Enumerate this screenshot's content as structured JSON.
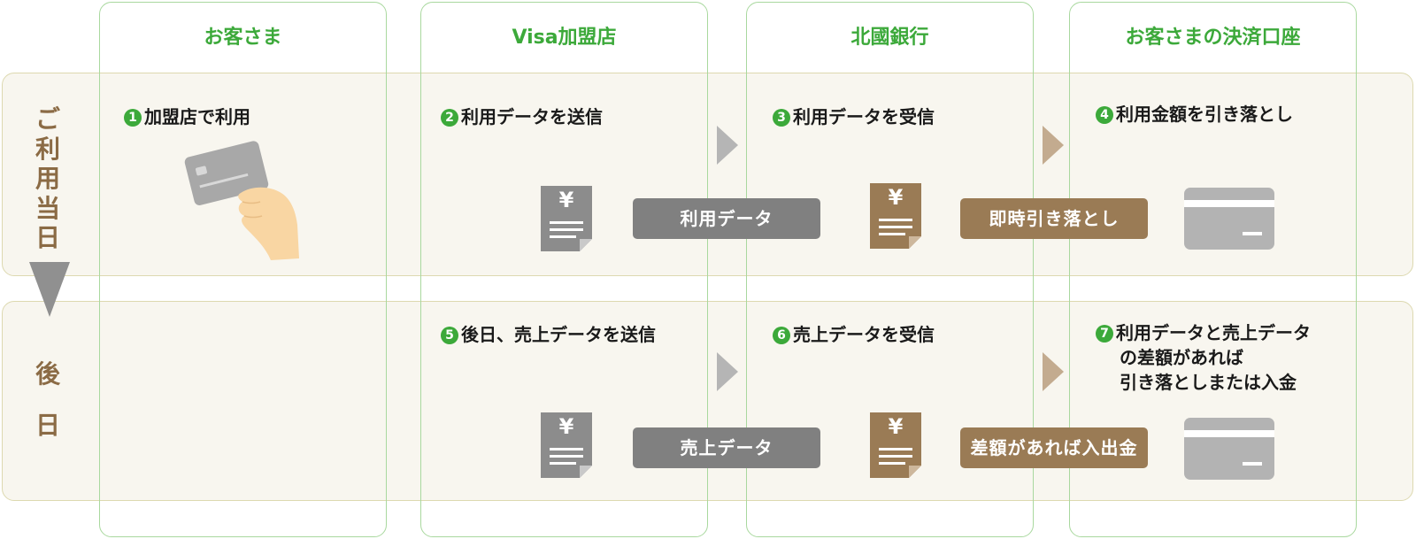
{
  "columns": [
    {
      "title": "お客さま"
    },
    {
      "title": "Visa加盟店"
    },
    {
      "title": "北國銀行"
    },
    {
      "title": "お客さまの決済口座"
    }
  ],
  "rows": [
    {
      "label_chars": [
        "ご",
        "利",
        "用",
        "当",
        "日"
      ]
    },
    {
      "label_chars": [
        "後",
        "日"
      ]
    }
  ],
  "steps": [
    {
      "num": "1",
      "lines": [
        "加盟店で利用"
      ]
    },
    {
      "num": "2",
      "lines": [
        "利用データを送信"
      ]
    },
    {
      "num": "3",
      "lines": [
        "利用データを受信"
      ]
    },
    {
      "num": "4",
      "lines": [
        "利用金額を引き落とし"
      ]
    },
    {
      "num": "5",
      "lines": [
        "後日、売上データを送信"
      ]
    },
    {
      "num": "6",
      "lines": [
        "売上データを受信"
      ]
    },
    {
      "num": "7",
      "lines": [
        "利用データと売上データ",
        "の差額があれば",
        "引き落としまたは入金"
      ]
    }
  ],
  "flows": {
    "usage_data": "利用データ",
    "immediate_debit": "即時引き落とし",
    "sales_data": "売上データ",
    "difference_settlement": "差額があれば入出金"
  },
  "document_icon_symbol": "¥",
  "colors": {
    "accent_green": "#3ca93a",
    "row_label_brown": "#8b6b45",
    "pill_gray": "#808080",
    "pill_brown": "#9a7b55",
    "row_background": "#f8f6ef"
  },
  "icons": [
    "credit-card-in-hand-icon",
    "yen-document-icon",
    "bank-card-icon",
    "arrow-right-icon",
    "arrow-down-icon"
  ]
}
